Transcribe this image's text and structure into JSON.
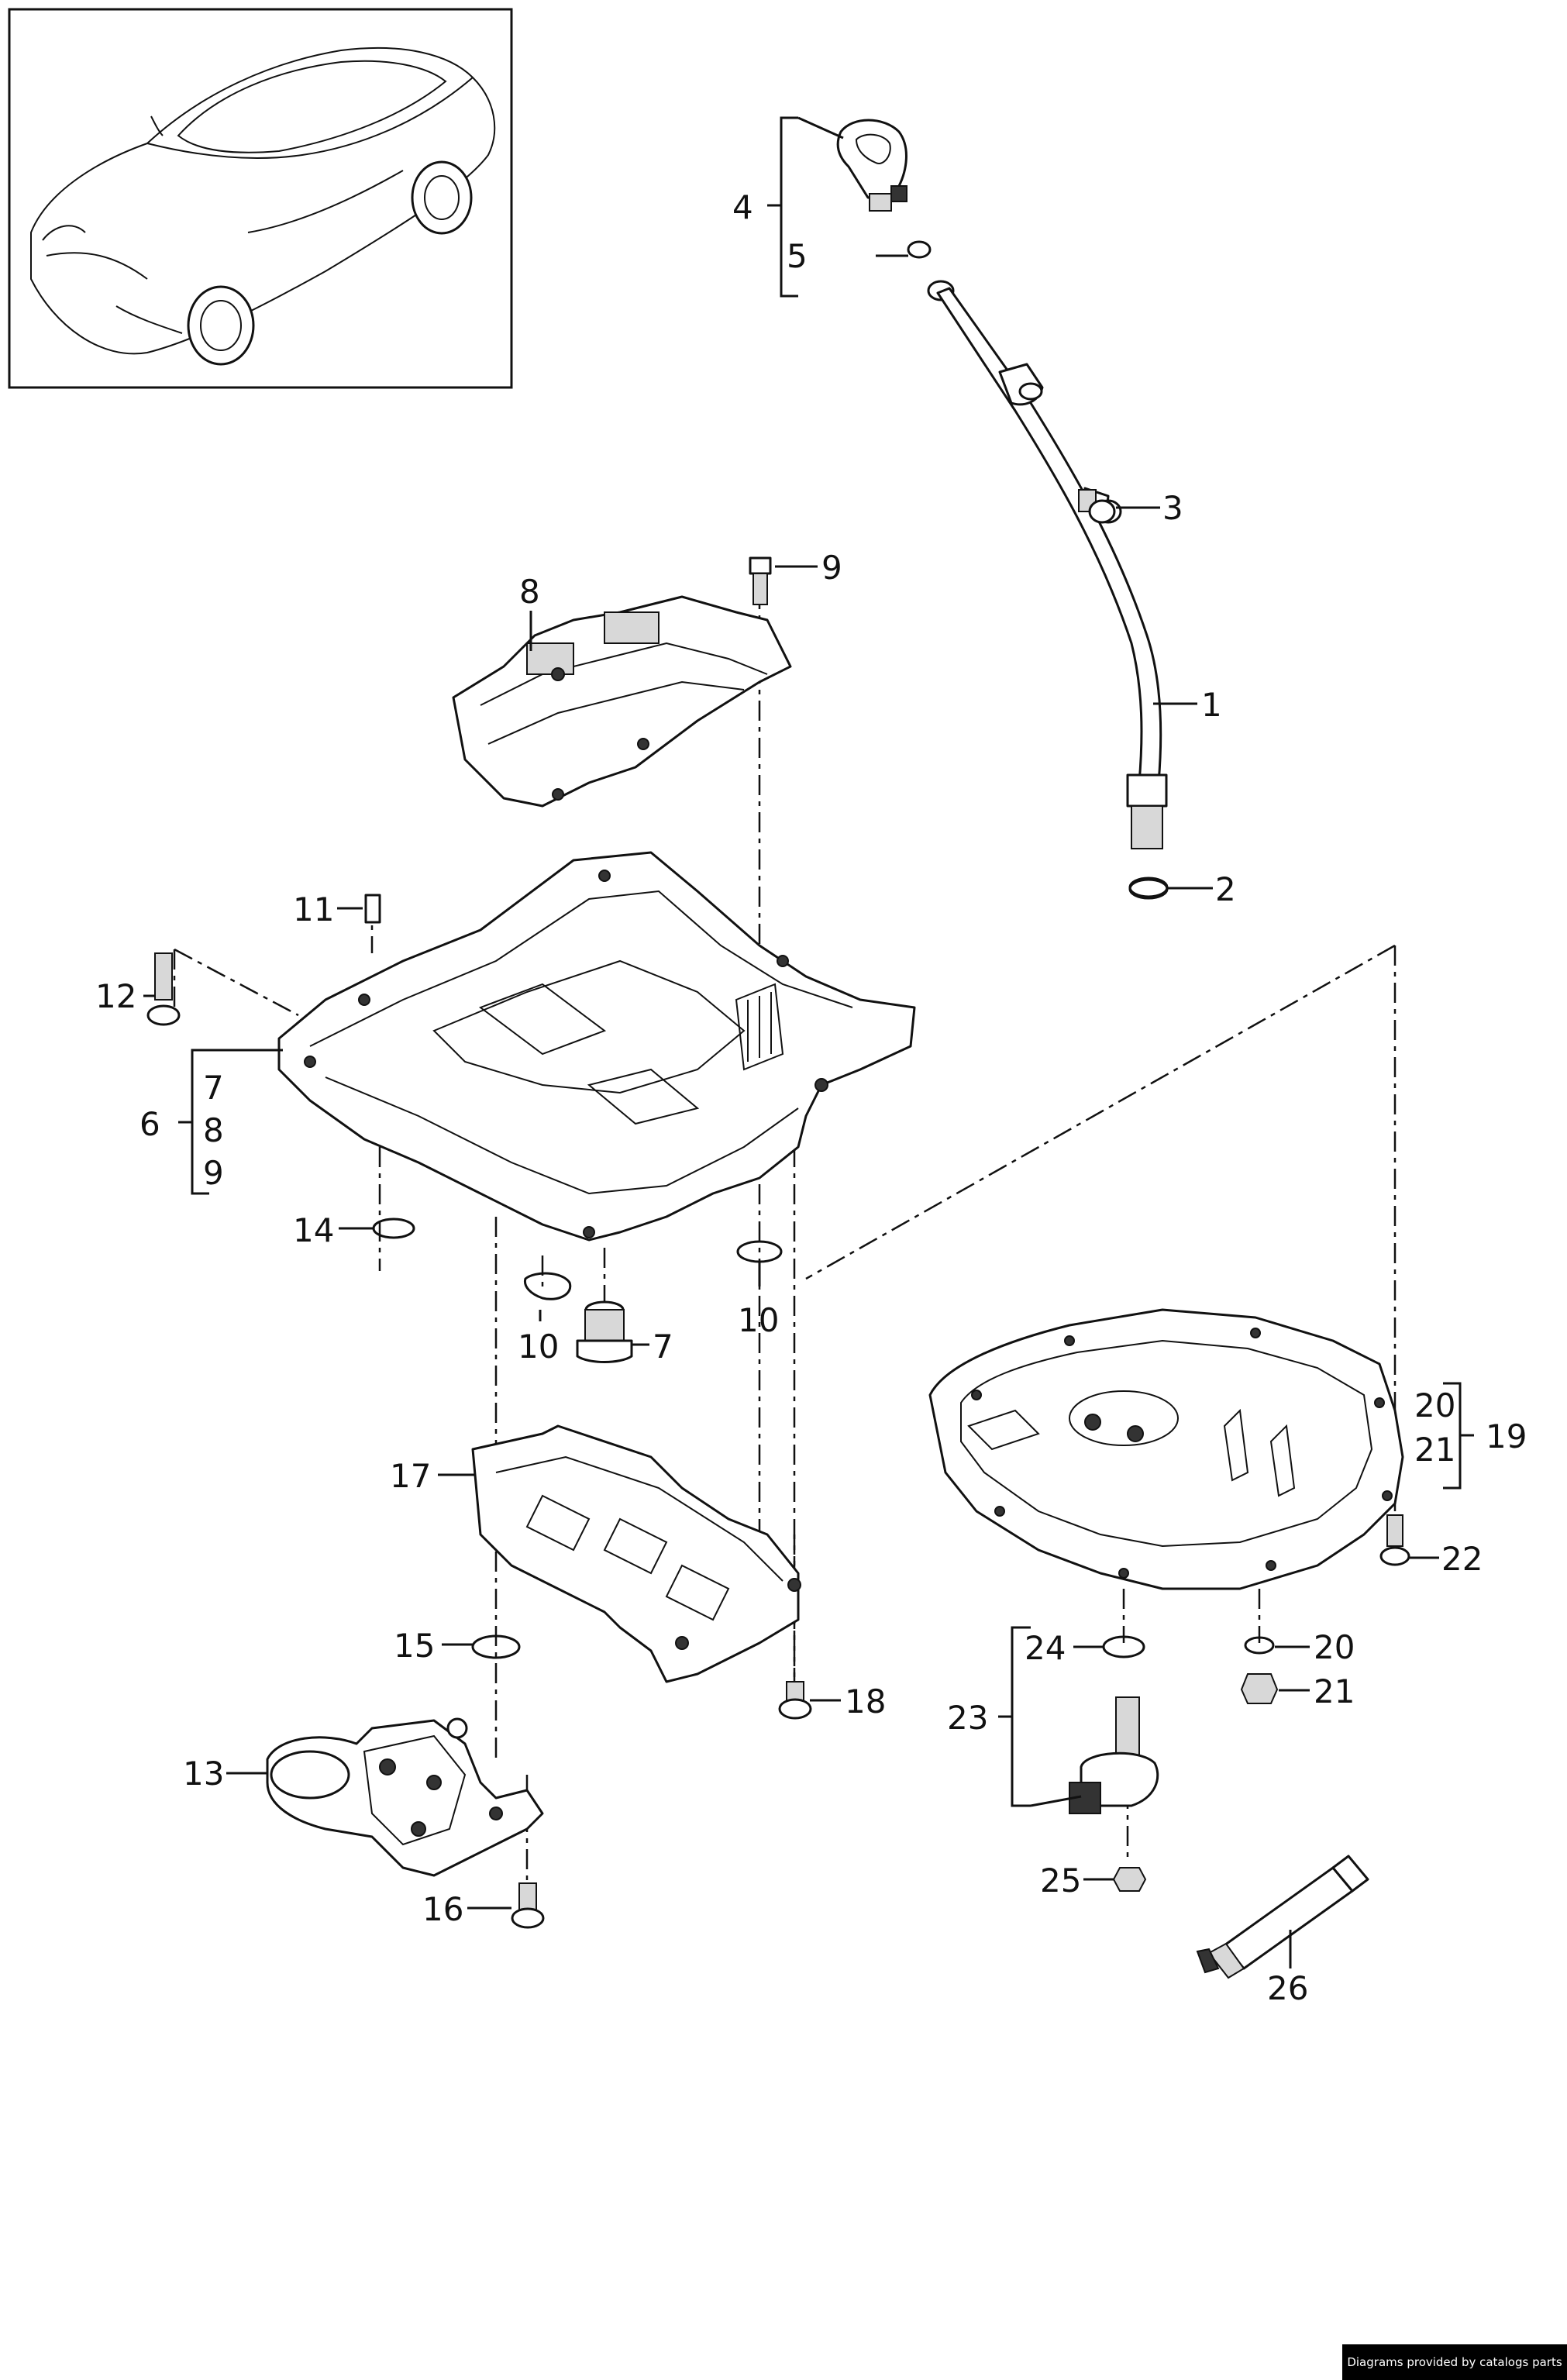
{
  "callouts": {
    "c1": "1",
    "c2": "2",
    "c3": "3",
    "c4": "4",
    "c5": "5",
    "c6": "6",
    "c6a": "7",
    "c6b": "8",
    "c6c": "9",
    "c7": "7",
    "c8": "8",
    "c9": "9",
    "c10a": "10",
    "c10b": "10",
    "c11": "11",
    "c12": "12",
    "c13": "13",
    "c14": "14",
    "c15": "15",
    "c16": "16",
    "c17": "17",
    "c18": "18",
    "c19": "19",
    "c19a": "20",
    "c19b": "21",
    "c20": "20",
    "c21": "21",
    "c22": "22",
    "c23": "23",
    "c24": "24",
    "c25": "25",
    "c26": "26"
  },
  "footer": {
    "credit": "Diagrams provided by catalogs parts"
  }
}
